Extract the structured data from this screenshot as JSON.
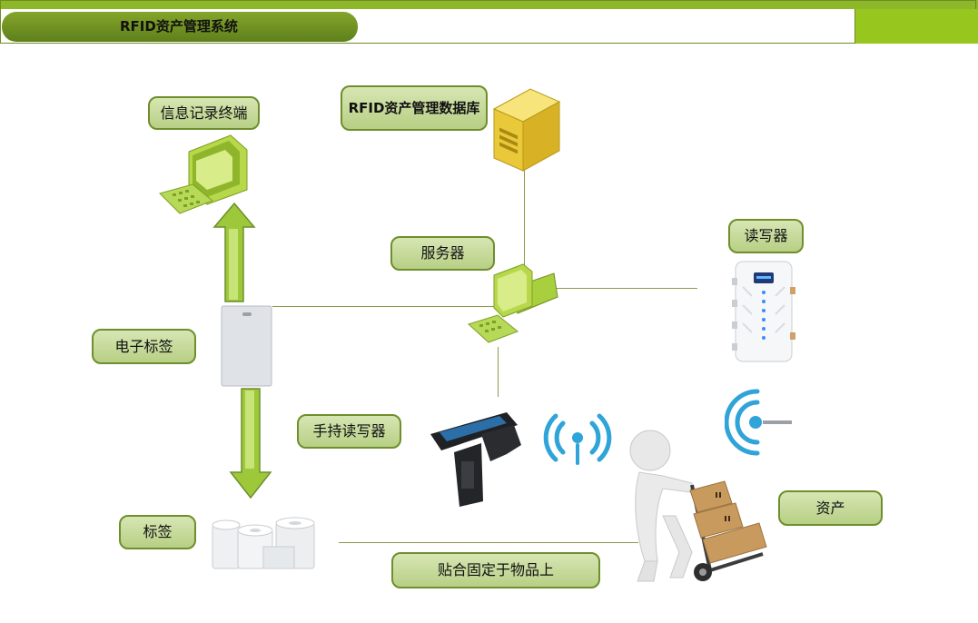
{
  "header": {
    "title": "RFID资产管理系统"
  },
  "nodes": {
    "terminal_label": "信息记录终端",
    "database_label": "RFID资产管理数据库",
    "server_label": "服务器",
    "reader_label": "读写器",
    "etag_label": "电子标签",
    "handheld_label": "手持读写器",
    "tag_label": "标签",
    "asset_label": "资产",
    "attach_label": "贴合固定于物品上"
  },
  "colors": {
    "accent_green": "#8db82a",
    "label_border": "#6e8f2c",
    "label_fill": "#c8dc9a",
    "connector": "#8b9a4a",
    "wifi_blue": "#2fa4d8"
  }
}
